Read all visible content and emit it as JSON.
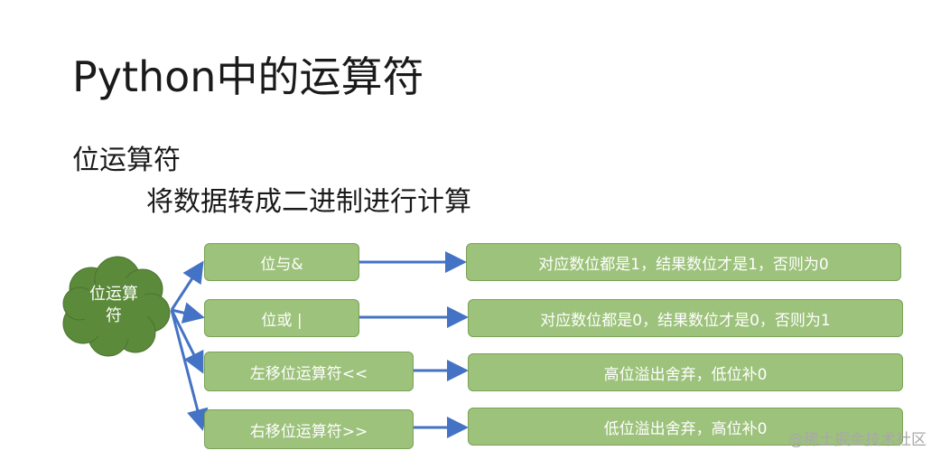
{
  "slide": {
    "title": "Python中的运算符",
    "subtitle": "位运算符",
    "description": "将数据转成二进制进行计算"
  },
  "diagram": {
    "root": {
      "label_line1": "位运算",
      "label_line2": "符",
      "color": "#5b8a3a"
    },
    "operators": [
      {
        "name": "位与&",
        "rule": "对应数位都是1，结果数位才是1，否则为0"
      },
      {
        "name": "位或 |",
        "rule": "对应数位都是0，结果数位才是0，否则为1"
      },
      {
        "name": "左移位运算符<<",
        "rule": "高位溢出舍弃，低位补0"
      },
      {
        "name": "右移位运算符>>",
        "rule": "低位溢出舍弃，高位补0"
      }
    ],
    "box_color": "#9dc27b",
    "arrow_color": "#4472c4"
  },
  "watermark": "@稀土掘金技术社区"
}
